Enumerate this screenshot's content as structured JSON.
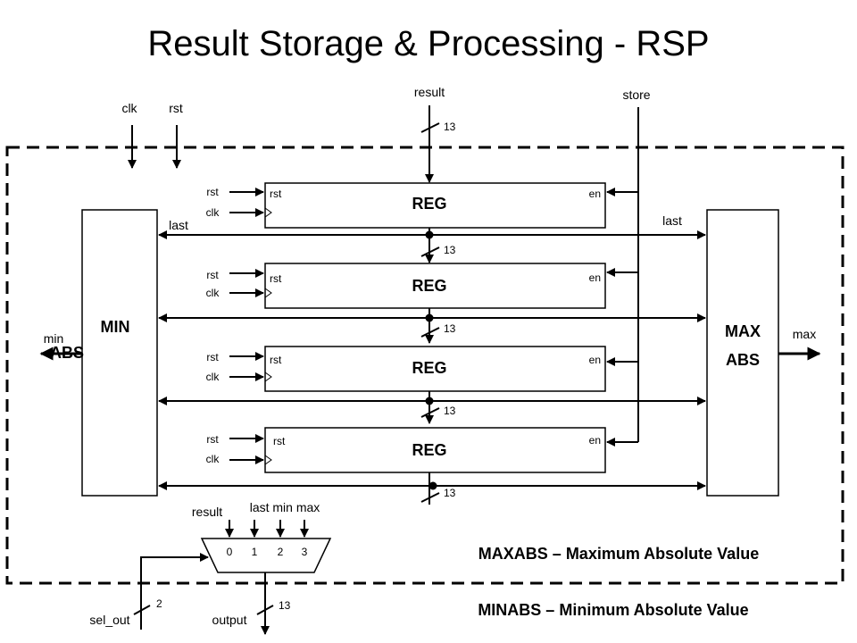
{
  "title": "Result Storage & Processing - RSP",
  "inputs": {
    "clk": "clk",
    "rst": "rst",
    "result": "result",
    "store": "store"
  },
  "bus_width": "13",
  "sel_width": "2",
  "registers": [
    {
      "name": "REG",
      "rst_port": "rst",
      "en_port": "en",
      "rst_pin": "rst",
      "clk_pin": "clk"
    },
    {
      "name": "REG",
      "rst_port": "rst",
      "en_port": "en",
      "rst_pin": "rst",
      "clk_pin": "clk"
    },
    {
      "name": "REG",
      "rst_port": "rst",
      "en_port": "en",
      "rst_pin": "rst",
      "clk_pin": "clk"
    },
    {
      "name": "REG",
      "rst_port": "rst",
      "en_port": "en",
      "rst_pin": "rst",
      "clk_pin": "clk"
    }
  ],
  "min_block": {
    "line1": "MIN",
    "line2": "ABS",
    "last": "last",
    "output": "min"
  },
  "max_block": {
    "line1": "MAX",
    "line2": "ABS",
    "last": "last",
    "output": "max"
  },
  "mux": {
    "in_result": "result",
    "in_last_min_max": "last min max",
    "sel": [
      "0",
      "1",
      "2",
      "3"
    ],
    "sel_signal": "sel_out",
    "output": "output"
  },
  "notes": {
    "maxabs": "MAXABS – Maximum Absolute Value",
    "minabs": "MINABS – Minimum Absolute Value"
  }
}
